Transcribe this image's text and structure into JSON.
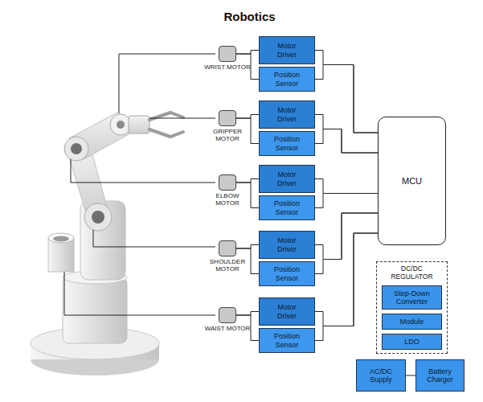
{
  "diagram": {
    "title": "Robotics",
    "nodes": [
      {
        "text": [
          "WRIST MOTOR"
        ]
      },
      {
        "text": [
          "Motor Driver"
        ]
      },
      {
        "text": [
          "Position Sensor"
        ]
      },
      {
        "text": [
          "GRIPPER MOTOR"
        ]
      },
      {
        "text": [
          "Motor Driver"
        ]
      },
      {
        "text": [
          "Position Sensor"
        ]
      },
      {
        "text": [
          "ELBOW MOTOR"
        ]
      },
      {
        "text": [
          "Motor Driver"
        ]
      },
      {
        "text": [
          "Position Sensor"
        ]
      },
      {
        "text": [
          "SHOULDER MOTOR"
        ]
      },
      {
        "text": [
          "Motor Driver"
        ]
      },
      {
        "text": [
          "Position Sensor"
        ]
      },
      {
        "text": [
          "WAIST MOTOR"
        ]
      },
      {
        "text": [
          "Motor Driver"
        ]
      },
      {
        "text": [
          "Position Sensor"
        ]
      },
      {
        "text": [
          "MCU"
        ]
      },
      {
        "text": [
          "DC/DC REGULATOR"
        ]
      },
      {
        "text": [
          "Step-Down Converter"
        ],
        "in": 16
      },
      {
        "text": [
          "Module"
        ],
        "in": 16
      },
      {
        "text": [
          "LDO"
        ],
        "in": 16
      },
      {
        "text": [
          "AC/DC Supply"
        ]
      },
      {
        "text": [
          "Battery Charger"
        ]
      }
    ],
    "edges": [
      {
        "from": 0,
        "to": 1,
        "arrow": "none"
      },
      {
        "from": 0,
        "to": 2,
        "arrow": "none"
      },
      {
        "from": 1,
        "to": 15,
        "arrow": "none"
      },
      {
        "from": 2,
        "to": 15,
        "arrow": "none"
      },
      {
        "from": 3,
        "to": 4,
        "arrow": "none"
      },
      {
        "from": 3,
        "to": 5,
        "arrow": "none"
      },
      {
        "from": 4,
        "to": 15,
        "arrow": "none"
      },
      {
        "from": 5,
        "to": 15,
        "arrow": "none"
      },
      {
        "from": 6,
        "to": 7,
        "arrow": "none"
      },
      {
        "from": 6,
        "to": 8,
        "arrow": "none"
      },
      {
        "from": 7,
        "to": 15,
        "arrow": "none"
      },
      {
        "from": 8,
        "to": 15,
        "arrow": "none"
      },
      {
        "from": 9,
        "to": 10,
        "arrow": "none"
      },
      {
        "from": 9,
        "to": 11,
        "arrow": "none"
      },
      {
        "from": 10,
        "to": 15,
        "arrow": "none"
      },
      {
        "from": 11,
        "to": 15,
        "arrow": "none"
      },
      {
        "from": 12,
        "to": 13,
        "arrow": "none"
      },
      {
        "from": 12,
        "to": 14,
        "arrow": "none"
      },
      {
        "from": 13,
        "to": 15,
        "arrow": "none"
      },
      {
        "from": 14,
        "to": 15,
        "arrow": "none"
      },
      {
        "from": 20,
        "to": 21,
        "arrow": "none"
      }
    ]
  }
}
